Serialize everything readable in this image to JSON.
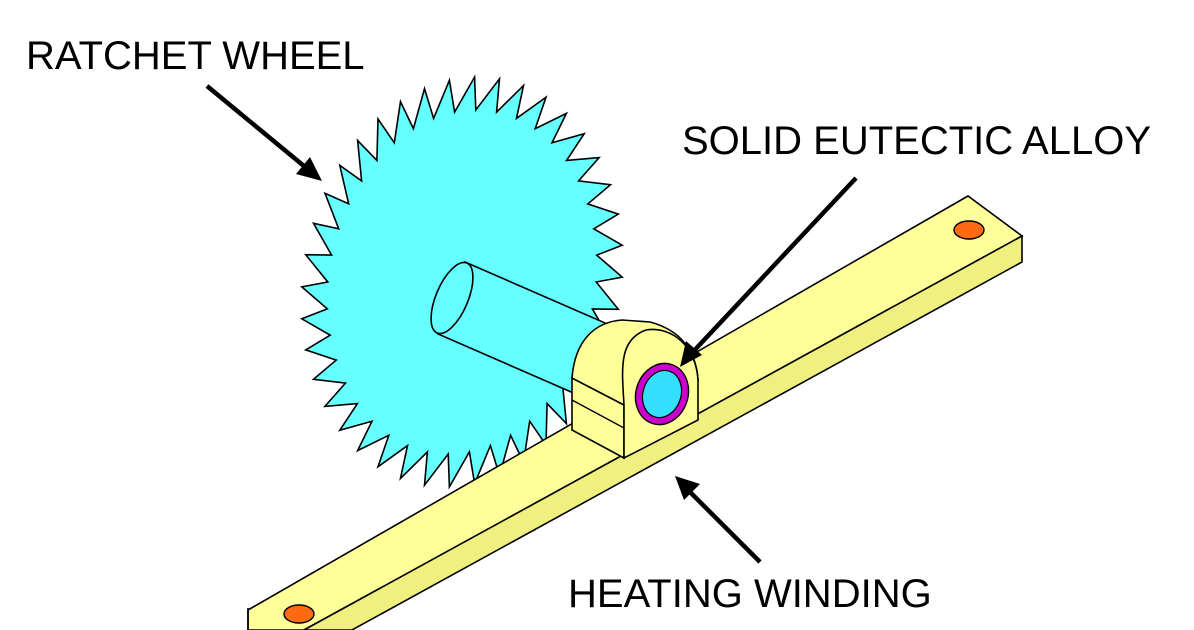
{
  "labels": {
    "ratchet_wheel": "RATCHET WHEEL",
    "solid_eutectic_alloy": "SOLID EUTECTIC ALLOY",
    "heating_winding": "HEATING WINDING"
  },
  "colors": {
    "ratchet_wheel_fill": "#66ffff",
    "bar_fill": "#ffff99",
    "bar_side_fill": "#f2f27a",
    "hole_fill": "#ff6a13",
    "alloy_ring": "#cc00cc",
    "alloy_core": "#33e0ff",
    "outline": "#000000"
  }
}
